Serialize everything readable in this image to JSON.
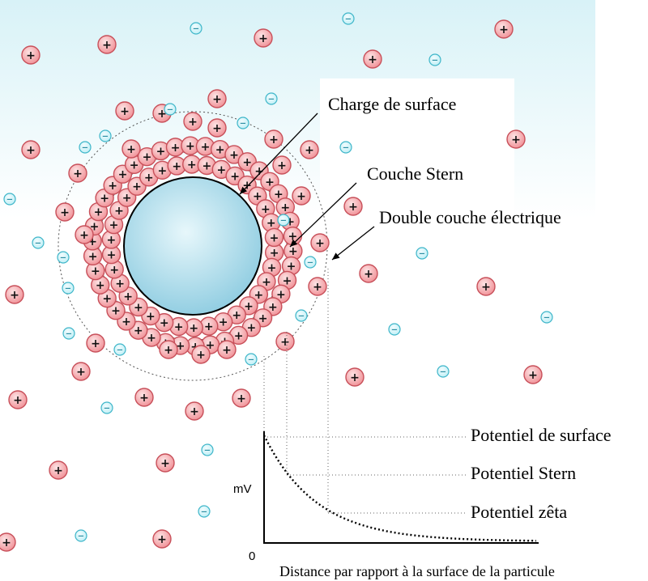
{
  "labels": {
    "surface_charge": "Charge de surface",
    "stern_layer": "Couche Stern",
    "double_layer": "Double couche électrique",
    "surface_potential": "Potentiel de surface",
    "stern_potential": "Potentiel Stern",
    "zeta_potential": "Potentiel zêta",
    "y_axis": "mV",
    "origin": "0",
    "x_axis": "Distance par rapport à la surface de la particule"
  },
  "symbols": {
    "positive": "+",
    "negative": "−"
  },
  "colors": {
    "positive_ion_fill": "#f08f95",
    "positive_ion_stroke": "#c8505a",
    "negative_ion_fill": "#bfeff6",
    "negative_ion_stroke": "#3fb6c9",
    "particle_light": "#e7f7fb",
    "particle_dark": "#8ccbe0",
    "background_top": "#d8f2f7"
  }
}
